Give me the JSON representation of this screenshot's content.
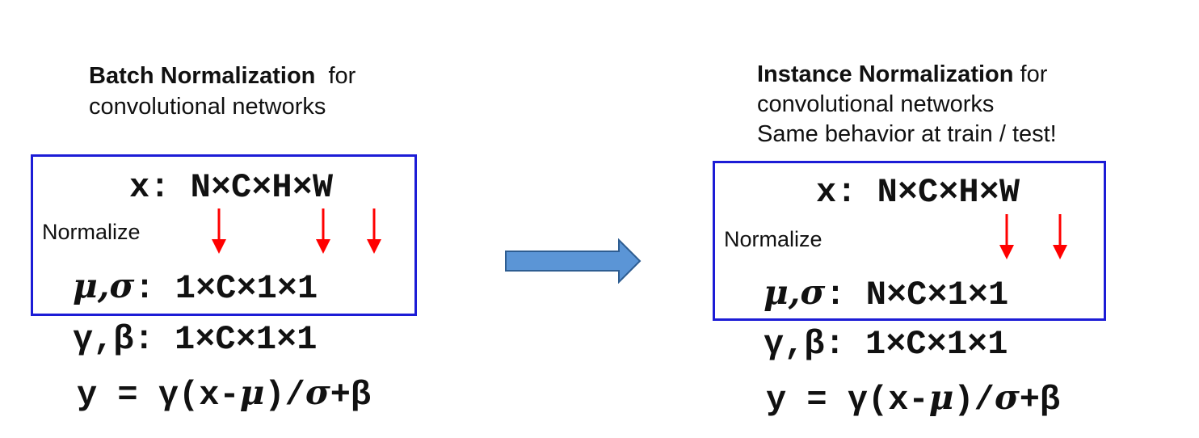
{
  "left": {
    "title_bold": "Batch Normalization",
    "title_rest": "  for",
    "subtitle_lines": [
      "convolutional networks"
    ],
    "x_shape": "x: N×C×H×W",
    "normalize_label": "Normalize",
    "mu_sigma_sym": "μ,σ",
    "mu_sigma_shape": ": 1×C×1×1",
    "gamma_beta": "γ,β: 1×C×1×1",
    "formula_prefix": "y = γ(x-",
    "formula_mu": "μ",
    "formula_mid": ")/",
    "formula_sigma": "σ",
    "formula_suffix": "+β",
    "arrows_under": [
      "N",
      "H",
      "W"
    ]
  },
  "right": {
    "title_bold": "Instance Normalization",
    "title_rest": " for",
    "subtitle_lines": [
      "convolutional networks",
      "Same behavior at train / test!"
    ],
    "x_shape": "x: N×C×H×W",
    "normalize_label": "Normalize",
    "mu_sigma_sym": "μ,σ",
    "mu_sigma_shape": ": N×C×1×1",
    "gamma_beta": "γ,β: 1×C×1×1",
    "formula_prefix": "y = γ(x-",
    "formula_mu": "μ",
    "formula_mid": ")/",
    "formula_sigma": "σ",
    "formula_suffix": "+β",
    "arrows_under": [
      "H",
      "W"
    ]
  },
  "colors": {
    "box_border": "#1c1cd6",
    "red_arrow": "#ff0000",
    "transition_arrow_fill": "#5b95d6",
    "transition_arrow_stroke": "#2e5d91"
  },
  "icons": {
    "transition": "right-arrow-icon",
    "normalize_marker": "down-arrow-icon"
  }
}
